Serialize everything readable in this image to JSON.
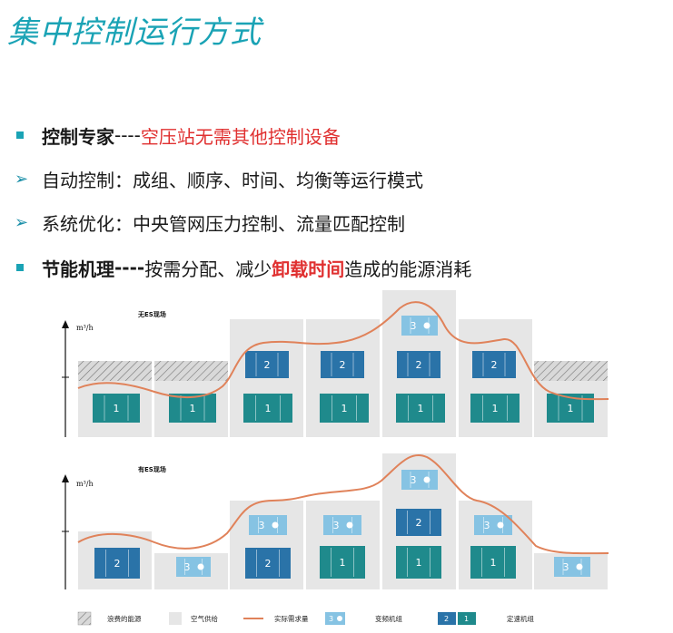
{
  "title": "集中控制运行方式",
  "bullets": [
    {
      "mark": "square",
      "head": "控制专家",
      "sep": "----",
      "tail": "空压站无需其他控制设备"
    },
    {
      "mark": "arrow",
      "text": "自动控制：成组、顺序、时间、均衡等运行模式"
    },
    {
      "mark": "arrow",
      "text": "系统优化：中央管网压力控制、流量匹配控制"
    },
    {
      "mark": "square",
      "head": "节能机理",
      "sep": "----",
      "pre": "按需分配、减少",
      "emph": "卸载时间",
      "post": "造成的能源消耗"
    }
  ],
  "diagram": {
    "top_label": "无ES现场",
    "bottom_label": "有ES现场",
    "unit": "m³/h",
    "top_units": [
      [
        "1"
      ],
      [
        "1"
      ],
      [
        "1",
        "2"
      ],
      [
        "1",
        "2"
      ],
      [
        "1",
        "2",
        "3"
      ],
      [
        "1",
        "2"
      ],
      [
        "1"
      ]
    ],
    "bottom_units": [
      [
        "2"
      ],
      [
        "3"
      ],
      [
        "2",
        "3"
      ],
      [
        "1",
        "3"
      ],
      [
        "1",
        "2",
        "3"
      ],
      [
        "1",
        "3"
      ],
      [
        "3"
      ]
    ],
    "legend": {
      "waste": "浪费的能源",
      "supply": "空气供给",
      "demand": "实际需求量",
      "vsd_label": "3",
      "vsd": "变频机组",
      "fixed_labels": [
        "2",
        "1"
      ],
      "fixed": "定速机组"
    }
  },
  "colors": {
    "title": "#1aa3b5",
    "red": "#e03030",
    "demand_curve": "#e0825a",
    "fixed_unit": "#1f8a8c",
    "unit_blue": "#2a73a8",
    "vsd_unit": "#86c3e3",
    "column_fill": "#e6e6e6"
  }
}
